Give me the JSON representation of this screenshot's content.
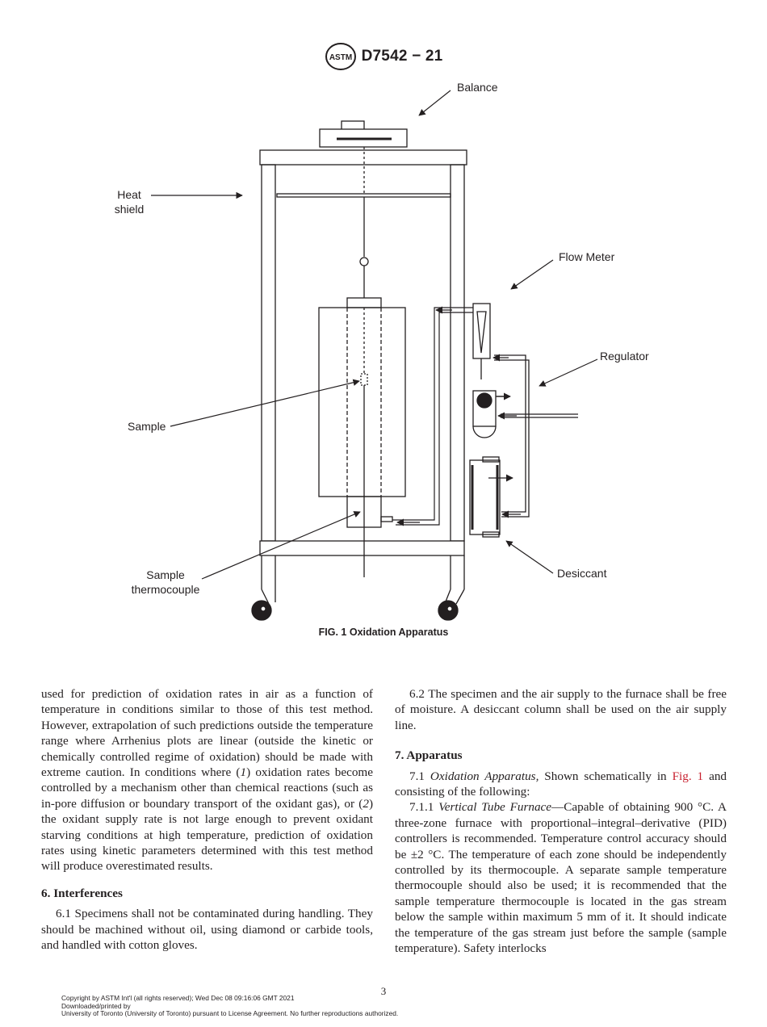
{
  "header": {
    "logo_text": "ASTM",
    "standard_number": "D7542 − 21"
  },
  "figure": {
    "labels": {
      "balance": "Balance",
      "heat_shield_1": "Heat",
      "heat_shield_2": "shield",
      "flow_meter": "Flow Meter",
      "regulator": "Regulator",
      "sample": "Sample",
      "sample_thermocouple_1": "Sample",
      "sample_thermocouple_2": "thermocouple",
      "desiccant": "Desiccant"
    },
    "caption": "FIG. 1 Oxidation Apparatus"
  },
  "left_column": {
    "para1": {
      "a": "used for prediction of oxidation rates in air as a function of temperature in conditions similar to those of this test method. However, extrapolation of such predictions outside the temperature range where Arrhenius plots are linear (outside the kinetic or chemically controlled regime of oxidation) should be made with extreme caution. In conditions where (",
      "n1": "1",
      "b": ") oxidation rates become controlled by a mechanism other than chemical reactions (such as in-pore diffusion or boundary transport of the oxidant gas), or (",
      "n2": "2",
      "c": ") the oxidant supply rate is not large enough to prevent oxidant starving conditions at high temperature, prediction of oxidation rates using kinetic parameters determined with this test method will produce overestimated results."
    },
    "section6_heading": "6. Interferences",
    "para_6_1": "6.1 Specimens shall not be contaminated during handling. They should be machined without oil, using diamond or carbide tools, and handled with cotton gloves."
  },
  "right_column": {
    "para_6_2": "6.2 The specimen and the air supply to the furnace shall be free of moisture. A desiccant column shall be used on the air supply line.",
    "section7_heading": "7. Apparatus",
    "para_7_1": {
      "num": "7.1",
      "title": "Oxidation Apparatus,",
      "text": " Shown schematically in ",
      "ref": "Fig. 1",
      "text2": " and consisting of the following:"
    },
    "para_7_1_1": {
      "num": "7.1.1",
      "title": "Vertical Tube Furnace",
      "text": "—Capable of obtaining 900 °C. A three-zone furnace with proportional–integral–derivative (PID) controllers is recommended. Temperature control accuracy should be ±2 °C. The temperature of each zone should be independently controlled by its thermocouple. A separate sample temperature thermocouple should also be used; it is recommended that the sample temperature thermocouple is located in the gas stream below the sample within maximum 5 mm of it. It should indicate the temperature of the gas stream just before the sample (sample temperature). Safety interlocks"
    }
  },
  "page_number": "3",
  "footer": {
    "line1": "Copyright by ASTM Int'l (all rights reserved); Wed Dec 08 09:16:06 GMT 2021",
    "line2": "Downloaded/printed by",
    "line3": "University of Toronto (University of Toronto) pursuant to License Agreement. No further reproductions authorized."
  }
}
